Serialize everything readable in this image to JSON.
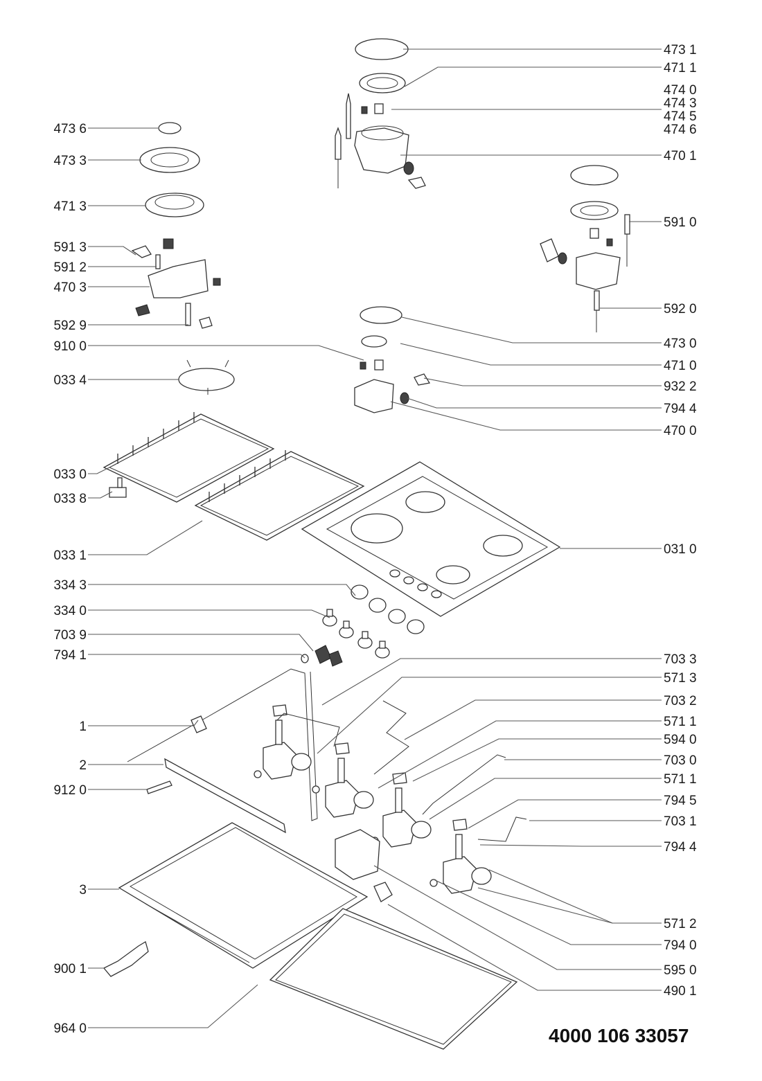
{
  "document_number": "4000 106 33057",
  "callouts_left": [
    {
      "id": "473-6",
      "label": "473 6"
    },
    {
      "id": "473-3",
      "label": "473 3"
    },
    {
      "id": "471-3",
      "label": "471 3"
    },
    {
      "id": "591-3",
      "label": "591 3"
    },
    {
      "id": "591-2",
      "label": "591 2"
    },
    {
      "id": "470-3",
      "label": "470 3"
    },
    {
      "id": "592-9",
      "label": "592 9"
    },
    {
      "id": "910-0",
      "label": "910 0"
    },
    {
      "id": "033-4",
      "label": "033 4"
    },
    {
      "id": "033-0",
      "label": "033 0"
    },
    {
      "id": "033-8",
      "label": "033 8"
    },
    {
      "id": "033-1",
      "label": "033 1"
    },
    {
      "id": "334-3",
      "label": "334 3"
    },
    {
      "id": "334-0",
      "label": "334 0"
    },
    {
      "id": "703-9",
      "label": "703 9"
    },
    {
      "id": "794-1",
      "label": "794 1"
    },
    {
      "id": "1",
      "label": "1"
    },
    {
      "id": "2",
      "label": "2"
    },
    {
      "id": "912-0",
      "label": "912 0"
    },
    {
      "id": "3",
      "label": "3"
    },
    {
      "id": "900-1",
      "label": "900 1"
    },
    {
      "id": "964-0",
      "label": "964 0"
    }
  ],
  "callouts_right": [
    {
      "id": "473-1",
      "label": "473 1"
    },
    {
      "id": "471-1",
      "label": "471 1"
    },
    {
      "id": "474-0",
      "label": "474 0"
    },
    {
      "id": "474-3",
      "label": "474 3"
    },
    {
      "id": "474-5",
      "label": "474 5"
    },
    {
      "id": "474-6",
      "label": "474 6"
    },
    {
      "id": "470-1",
      "label": "470 1"
    },
    {
      "id": "591-0",
      "label": "591 0"
    },
    {
      "id": "592-0",
      "label": "592 0"
    },
    {
      "id": "473-0",
      "label": "473 0"
    },
    {
      "id": "471-0",
      "label": "471 0"
    },
    {
      "id": "932-2",
      "label": "932 2"
    },
    {
      "id": "794-4a",
      "label": "794 4"
    },
    {
      "id": "470-0",
      "label": "470 0"
    },
    {
      "id": "031-0",
      "label": "031 0"
    },
    {
      "id": "703-3",
      "label": "703 3"
    },
    {
      "id": "571-3",
      "label": "571 3"
    },
    {
      "id": "703-2",
      "label": "703 2"
    },
    {
      "id": "571-1a",
      "label": "571 1"
    },
    {
      "id": "594-0",
      "label": "594 0"
    },
    {
      "id": "703-0",
      "label": "703 0"
    },
    {
      "id": "571-1b",
      "label": "571 1"
    },
    {
      "id": "794-5",
      "label": "794 5"
    },
    {
      "id": "703-1",
      "label": "703 1"
    },
    {
      "id": "794-4b",
      "label": "794 4"
    },
    {
      "id": "571-2",
      "label": "571 2"
    },
    {
      "id": "794-0",
      "label": "794 0"
    },
    {
      "id": "595-0",
      "label": "595 0"
    },
    {
      "id": "490-1",
      "label": "490 1"
    }
  ]
}
